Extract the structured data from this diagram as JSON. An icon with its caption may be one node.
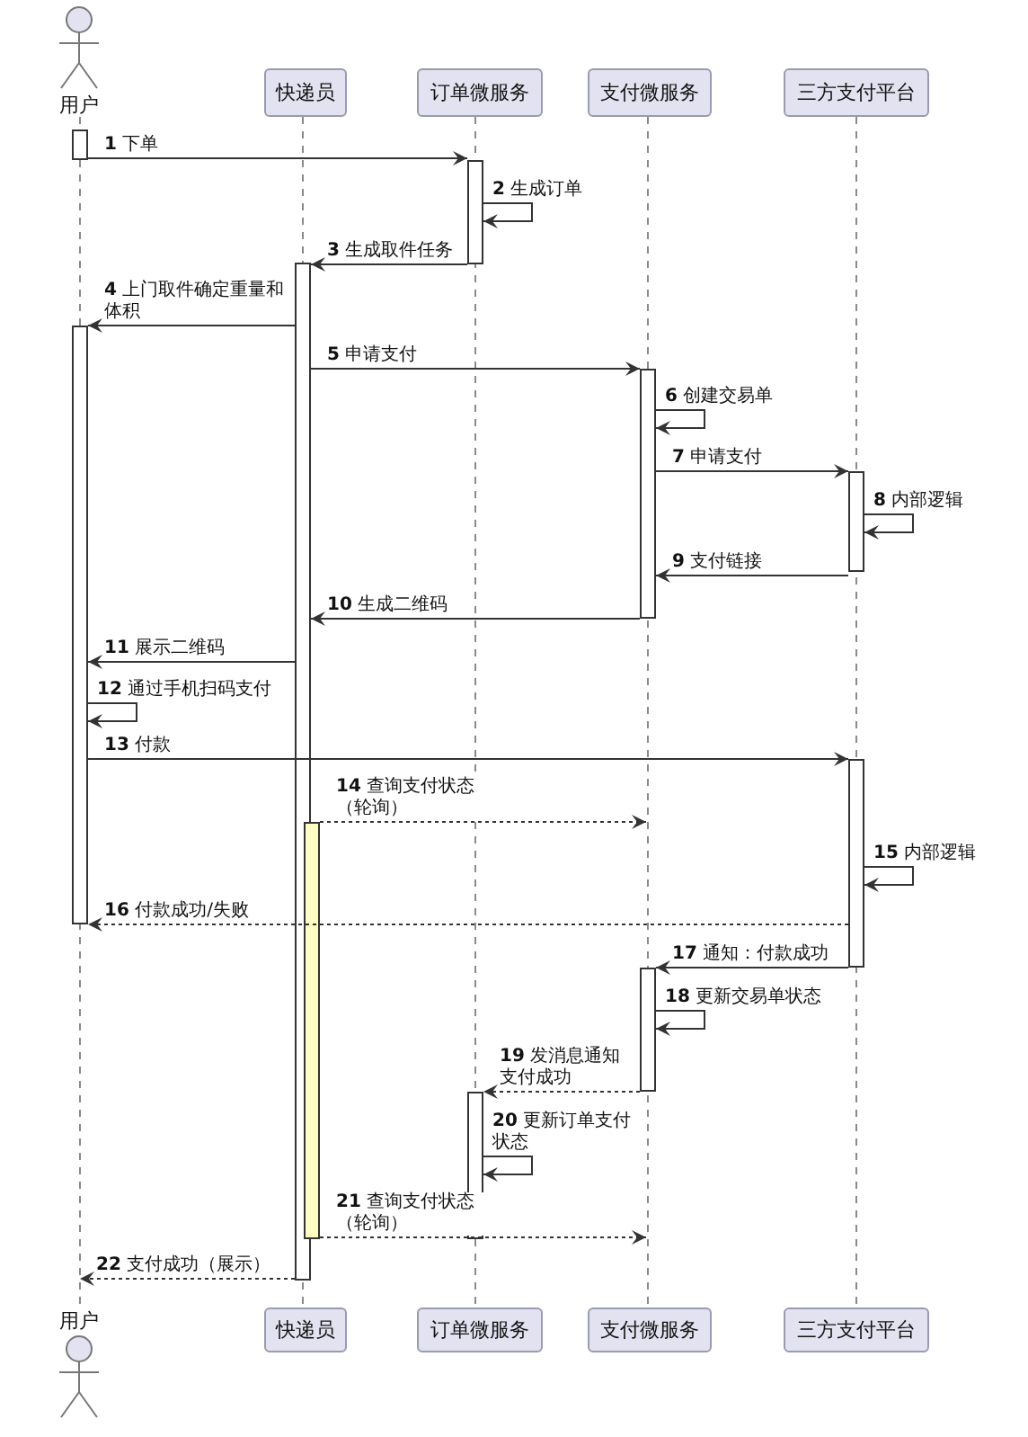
{
  "diagram": {
    "nodes": [
      {
        "text": [
          "用户"
        ]
      },
      {
        "text": [
          "快递员"
        ]
      },
      {
        "text": [
          "订单微服务"
        ]
      },
      {
        "text": [
          "支付微服务"
        ]
      },
      {
        "text": [
          "三方支付平台"
        ]
      },
      {
        "text": [
          "用户"
        ]
      },
      {
        "text": [
          "快递员"
        ]
      },
      {
        "text": [
          "订单微服务"
        ]
      },
      {
        "text": [
          "支付微服务"
        ]
      },
      {
        "text": [
          "三方支付平台"
        ]
      },
      {
        "text": [],
        "shape": "line"
      },
      {
        "text": [],
        "shape": "line"
      },
      {
        "text": [],
        "shape": "line"
      },
      {
        "text": [],
        "shape": "line"
      },
      {
        "text": [],
        "shape": "line"
      },
      {
        "text": [],
        "shape": "bar"
      },
      {
        "text": [],
        "shape": "bar"
      },
      {
        "text": [],
        "shape": "bar"
      },
      {
        "text": [],
        "shape": "bar"
      },
      {
        "text": [],
        "shape": "bar"
      },
      {
        "text": [],
        "shape": "bar"
      },
      {
        "text": [],
        "shape": "bar"
      },
      {
        "text": [],
        "shape": "bar"
      },
      {
        "text": [],
        "shape": "bar"
      },
      {
        "text": [],
        "shape": "bar"
      }
    ],
    "edges": [
      {
        "from": 15,
        "to": 19,
        "arrow": "to",
        "label": "**1** 下单"
      },
      {
        "from": 19,
        "to": 19,
        "arrow": "to",
        "label": "**2** 生成订单"
      },
      {
        "from": 19,
        "to": 17,
        "arrow": "to",
        "label": "**3** 生成取件任务"
      },
      {
        "from": 17,
        "to": 16,
        "arrow": "to",
        "label": "**4** 上门取件确定重量和体积"
      },
      {
        "from": 17,
        "to": 21,
        "arrow": "to",
        "label": "**5** 申请支付"
      },
      {
        "from": 21,
        "to": 21,
        "arrow": "to",
        "label": "**6** 创建交易单"
      },
      {
        "from": 21,
        "to": 23,
        "arrow": "to",
        "label": "**7** 申请支付"
      },
      {
        "from": 23,
        "to": 23,
        "arrow": "to",
        "label": "**8** 内部逻辑"
      },
      {
        "from": 23,
        "to": 21,
        "arrow": "to",
        "label": "**9** 支付链接"
      },
      {
        "from": 21,
        "to": 17,
        "arrow": "to",
        "label": "**10** 生成二维码"
      },
      {
        "from": 17,
        "to": 16,
        "arrow": "to",
        "label": "**11** 展示二维码"
      },
      {
        "from": 16,
        "to": 16,
        "arrow": "to",
        "label": "**12** 通过手机扫码支付"
      },
      {
        "from": 16,
        "to": 24,
        "arrow": "to",
        "label": "**13** 付款"
      },
      {
        "from": 18,
        "to": 13,
        "arrow": "to",
        "style": "dashed",
        "label": "**14** 查询支付状态（轮询）"
      },
      {
        "from": 24,
        "to": 24,
        "arrow": "to",
        "label": "**15** 内部逻辑"
      },
      {
        "from": 24,
        "to": 16,
        "arrow": "to",
        "style": "dashed",
        "label": "**16** 付款成功/失败"
      },
      {
        "from": 24,
        "to": 22,
        "arrow": "to",
        "label": "**17** 通知：付款成功"
      },
      {
        "from": 22,
        "to": 22,
        "arrow": "to",
        "label": "**18** 更新交易单状态"
      },
      {
        "from": 22,
        "to": 20,
        "arrow": "to",
        "style": "dashed",
        "label": "**19** 发消息通知支付成功"
      },
      {
        "from": 20,
        "to": 20,
        "arrow": "to",
        "label": "**20** 更新订单支付状态"
      },
      {
        "from": 18,
        "to": 13,
        "arrow": "to",
        "style": "dashed",
        "label": "**21** 查询支付状态（轮询）"
      },
      {
        "from": 17,
        "to": 10,
        "arrow": "to",
        "style": "dashed",
        "label": "**22** 支付成功（展示）"
      }
    ]
  }
}
